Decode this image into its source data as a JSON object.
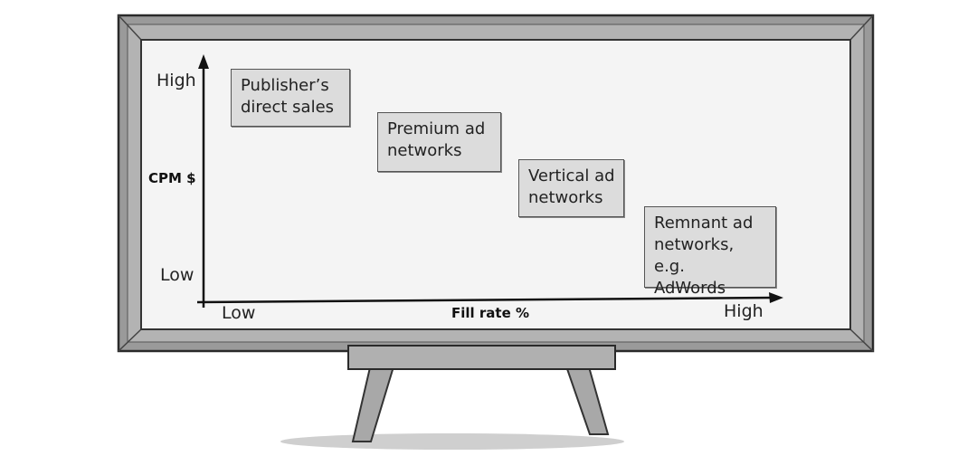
{
  "diagram": {
    "y_axis": {
      "title": "CPM $",
      "high_label": "High",
      "low_label": "Low"
    },
    "x_axis": {
      "title": "Fill rate %",
      "low_label": "Low",
      "high_label": "High"
    },
    "notes": [
      {
        "text": "Publisher’s\ndirect sales"
      },
      {
        "text": "Premium ad\nnetworks"
      },
      {
        "text": "Vertical ad\nnetworks"
      },
      {
        "text": "Remnant ad\nnetworks, e.g.\nAdWords"
      }
    ]
  },
  "colors": {
    "frame": "#9a9a9a",
    "board": "#f4f4f4",
    "note": "#dcdcdc",
    "ink": "#222222"
  }
}
